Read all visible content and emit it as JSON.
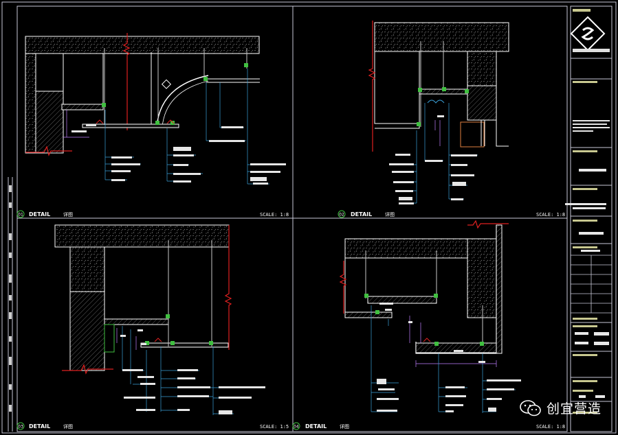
{
  "panels": [
    {
      "num": "01",
      "title": "DETAIL",
      "subtitle": "详图",
      "scale": "SCALE: 1:8"
    },
    {
      "num": "02",
      "title": "DETAIL",
      "subtitle": "详图",
      "scale": "SCALE: 1:8"
    },
    {
      "num": "03",
      "title": "DETAIL",
      "subtitle": "详图",
      "scale": "SCALE: 1:5"
    },
    {
      "num": "04",
      "title": "DETAIL",
      "subtitle": "详图",
      "scale": "SCALE: 1:8"
    }
  ],
  "watermark": {
    "text": "创宜营造"
  },
  "colors": {
    "background": "#000000",
    "frame": "#c8c8d8",
    "section_cut": "#e02020",
    "leader": "#3aa0d8",
    "dimension": "#c080ff",
    "titleblock_accent": "#c8c890",
    "steel": "#40c040"
  }
}
